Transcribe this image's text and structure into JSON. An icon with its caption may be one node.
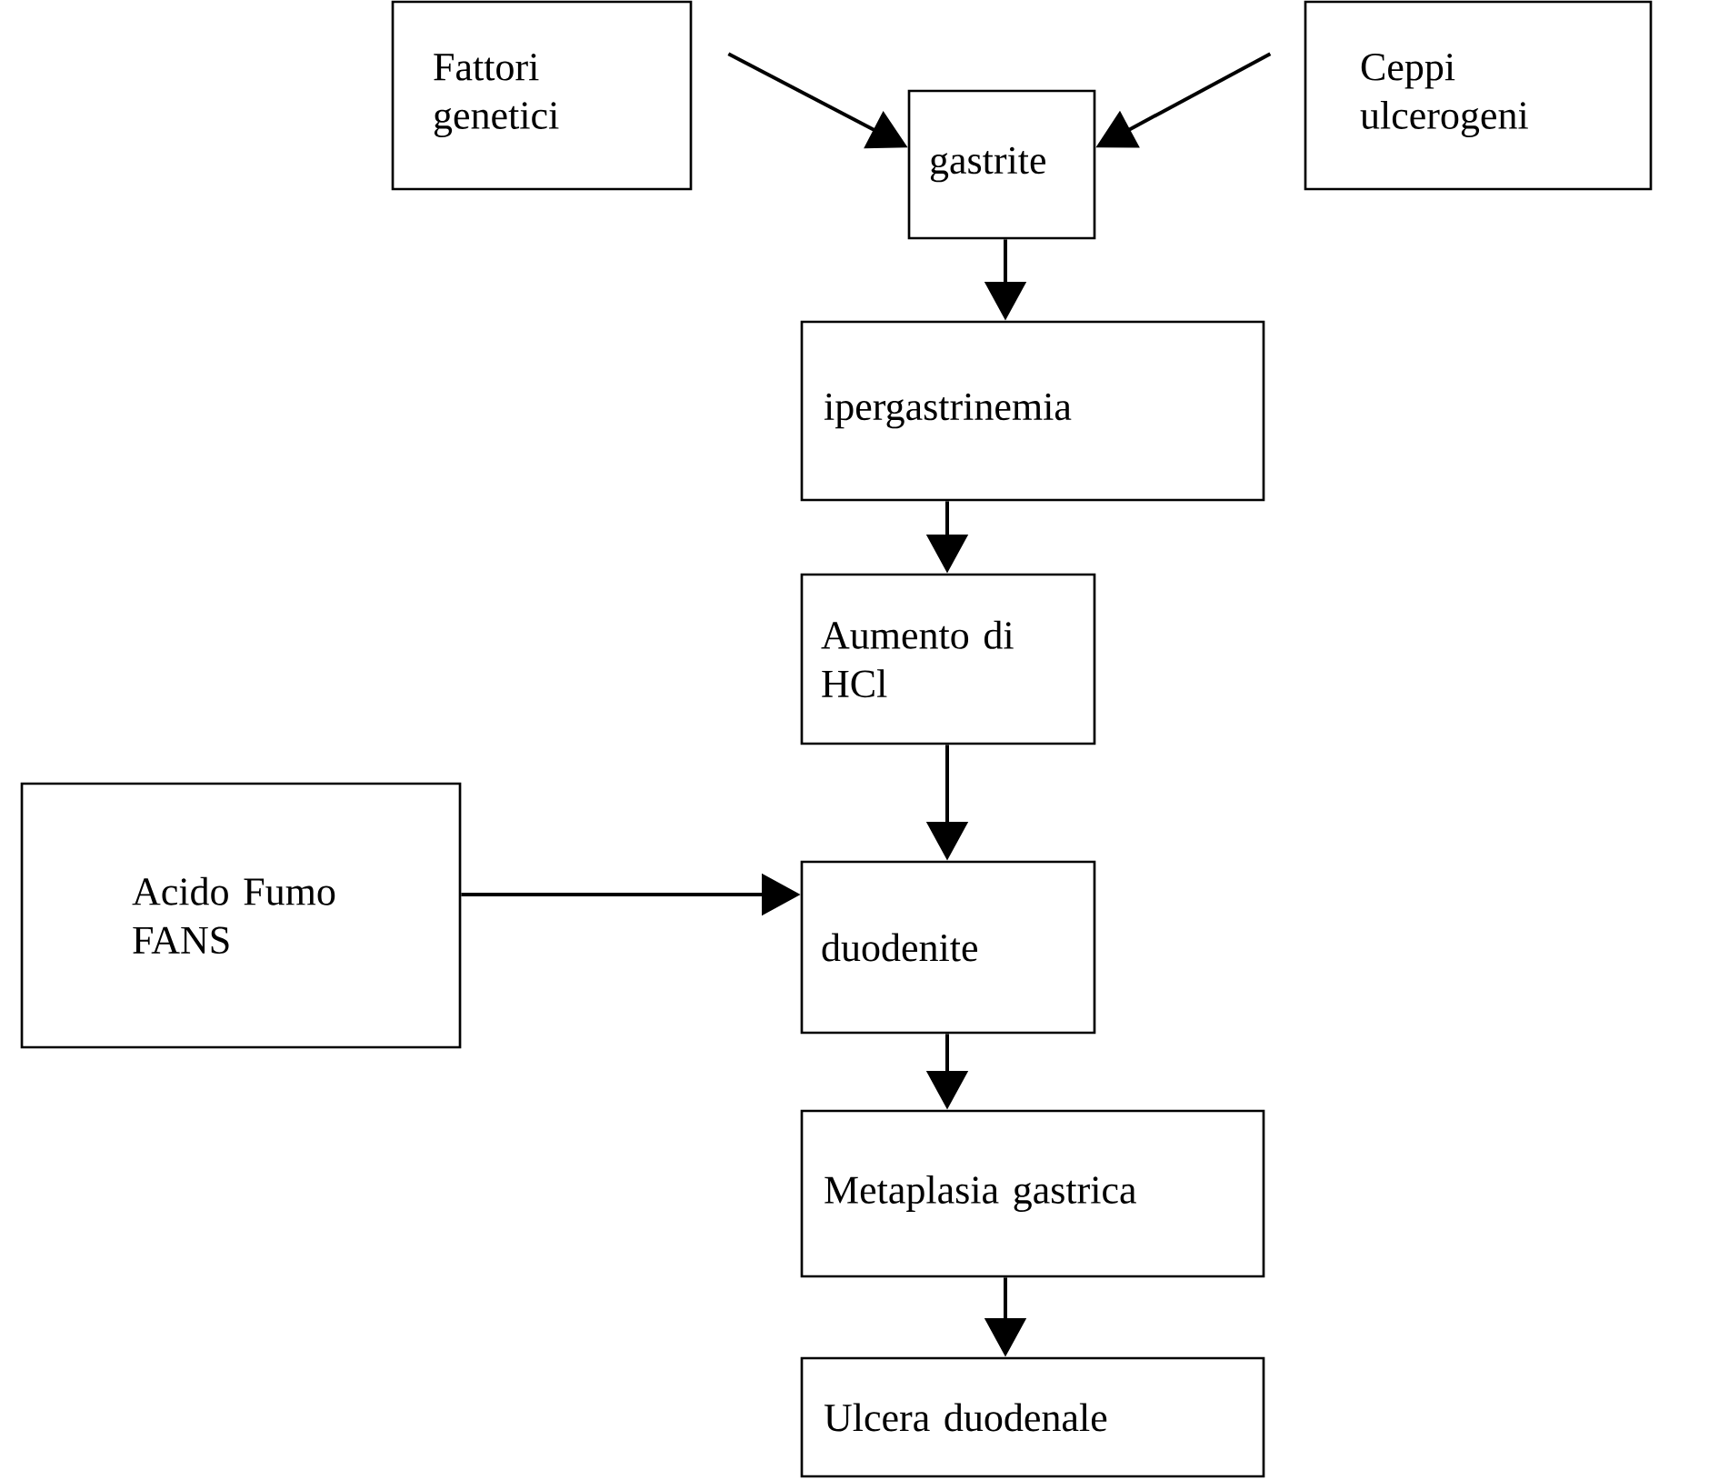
{
  "diagram": {
    "nodes": [
      {
        "text": [
          "Fattori genetici"
        ]
      },
      {
        "text": [
          "Ceppi ulcerogeni"
        ]
      },
      {
        "text": [
          "gastrite"
        ]
      },
      {
        "text": [
          "ipergastrinemia"
        ]
      },
      {
        "text": [
          "Aumento di HCl"
        ]
      },
      {
        "text": [
          "Acido Fumo FANS"
        ]
      },
      {
        "text": [
          "duodenite"
        ]
      },
      {
        "text": [
          "Metaplasia gastrica"
        ]
      },
      {
        "text": [
          "Ulcera duodenale"
        ]
      }
    ],
    "edges": [
      {
        "from": 0,
        "to": 2,
        "arrow": "to"
      },
      {
        "from": 1,
        "to": 2,
        "arrow": "to"
      },
      {
        "from": 2,
        "to": 3,
        "arrow": "to"
      },
      {
        "from": 3,
        "to": 4,
        "arrow": "to"
      },
      {
        "from": 4,
        "to": 6,
        "arrow": "to"
      },
      {
        "from": 5,
        "to": 6,
        "arrow": "to"
      },
      {
        "from": 6,
        "to": 7,
        "arrow": "to"
      },
      {
        "from": 7,
        "to": 8,
        "arrow": "to"
      }
    ]
  }
}
